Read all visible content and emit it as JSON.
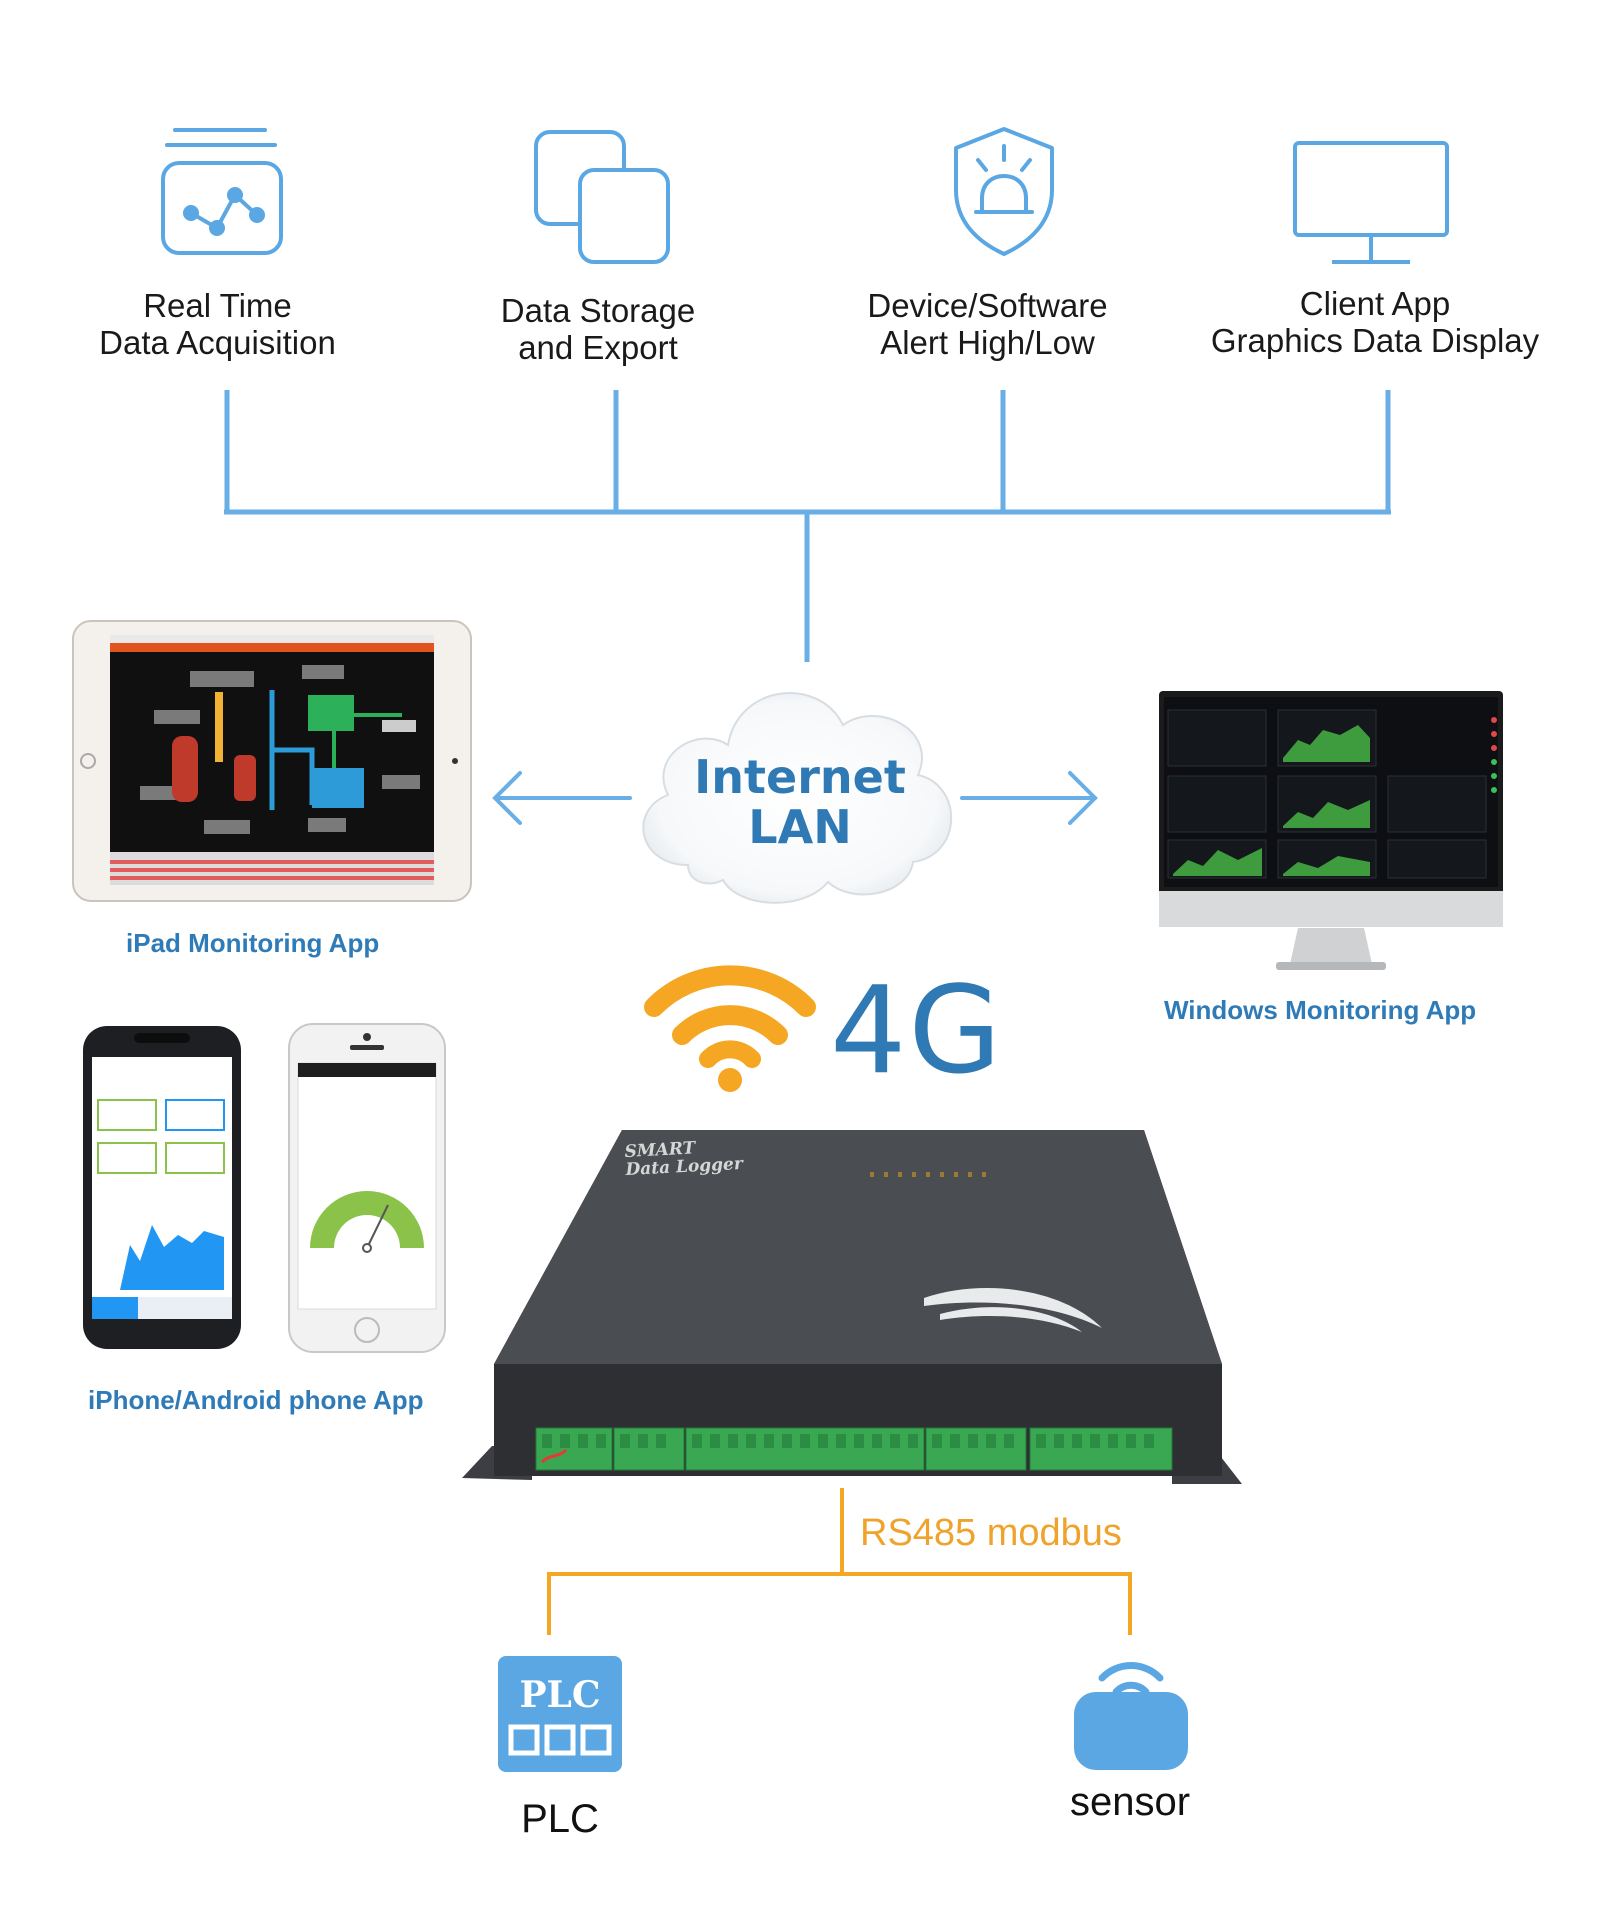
{
  "features": [
    {
      "line1": "Real Time",
      "line2": "Data Acquisition",
      "icon": "data-acquisition-icon"
    },
    {
      "line1": "Data Storage",
      "line2": "and Export",
      "icon": "data-storage-icon"
    },
    {
      "line1": "Device/Software",
      "line2": "Alert High/Low",
      "icon": "alarm-shield-icon"
    },
    {
      "line1": "Client App",
      "line2": "Graphics Data Display",
      "icon": "monitor-icon"
    }
  ],
  "cloud": {
    "line1": "Internet",
    "line2": "LAN"
  },
  "apps": {
    "ipad": "iPad Monitoring App",
    "windows": "Windows Monitoring App",
    "phone": "iPhone/Android phone App"
  },
  "network": {
    "label": "4G"
  },
  "device": {
    "brand_line1": "SMART",
    "brand_line2": "Data Logger"
  },
  "bus": {
    "label": "RS485 modbus"
  },
  "endpoints": {
    "plc_icon_text": "PLC",
    "plc_label": "PLC",
    "sensor_label": "sensor"
  },
  "colors": {
    "line_blue": "#6aaee6",
    "icon_blue": "#5aa7e3",
    "orange": "#f5a623",
    "brand_blue": "#2f79b5"
  }
}
